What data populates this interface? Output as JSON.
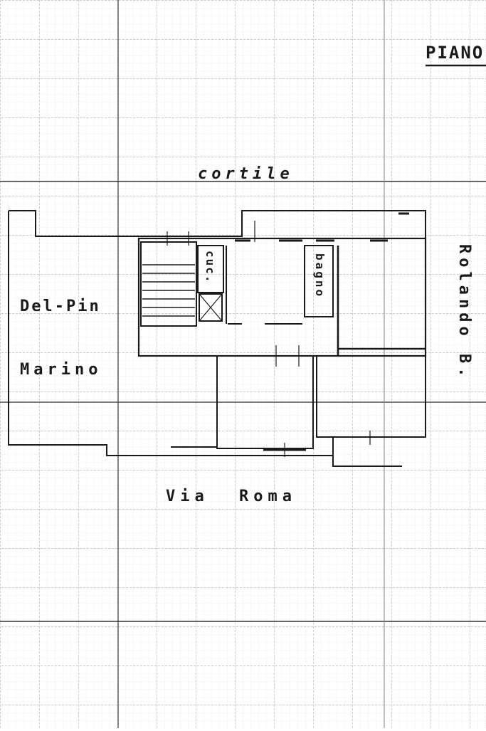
{
  "plan": {
    "title": "PIANO",
    "labels": {
      "courtyard": "cortile",
      "neighbor_west_1": "Del-Pin",
      "neighbor_west_2": "Marino",
      "neighbor_east": "Rolando B.",
      "street": "Via Roma",
      "kitchen": "cuc.",
      "bathroom": "bagno"
    }
  },
  "colors": {
    "ink": "#1a1a1a",
    "grid_fine": "#c9c9c9",
    "grid_major": "#7a7a7a",
    "paper": "#ffffff"
  }
}
